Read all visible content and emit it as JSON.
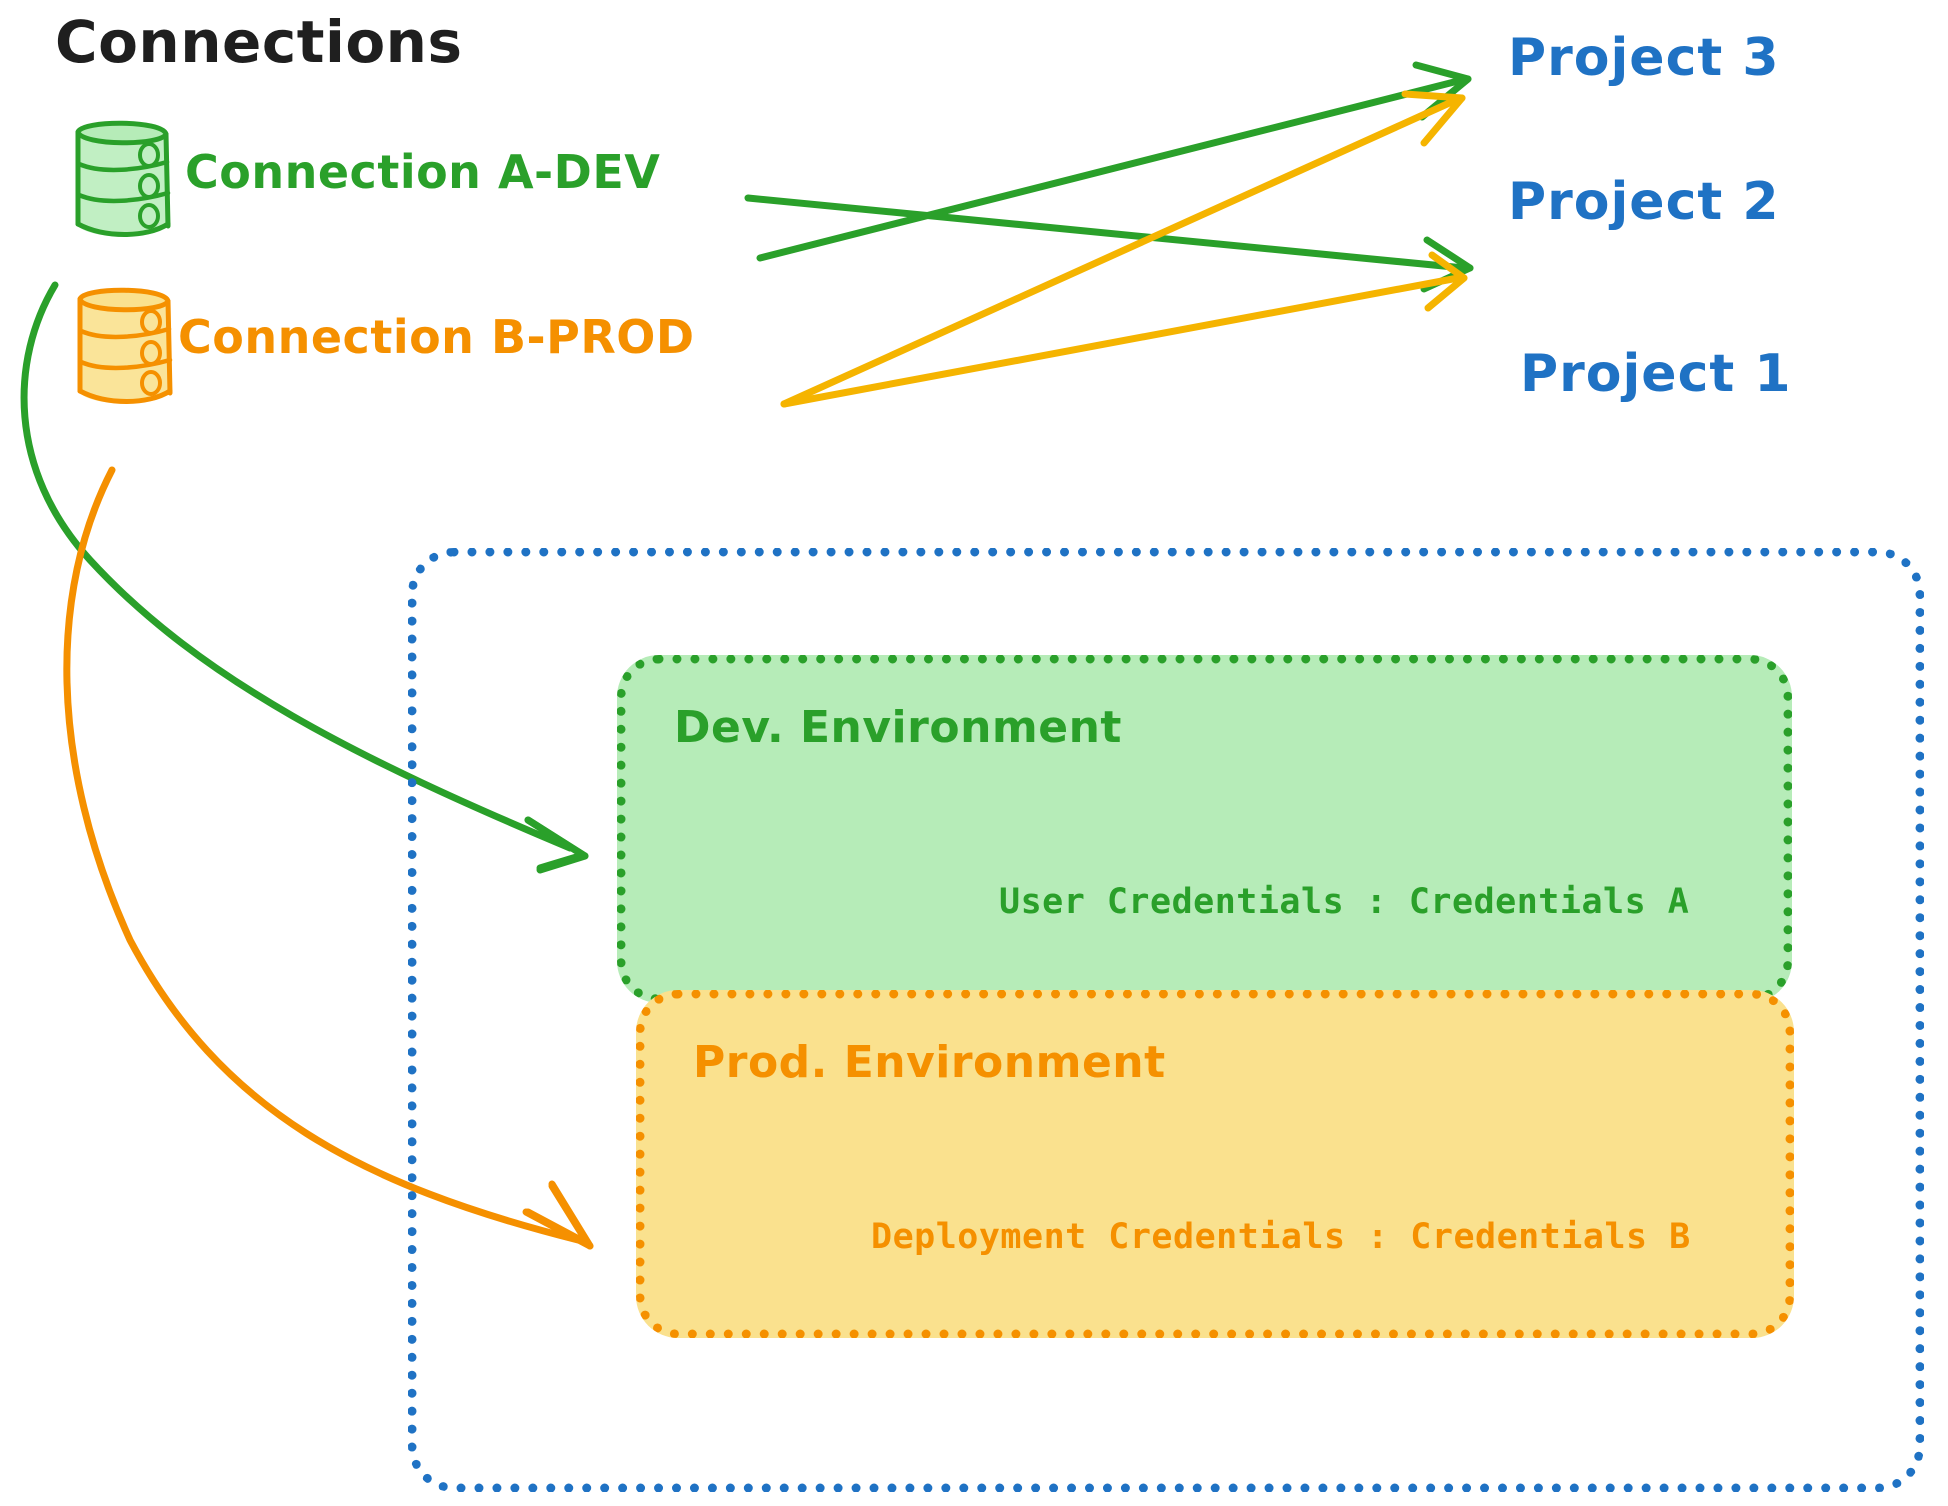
{
  "title": "Connections",
  "connections": [
    {
      "id": "a-dev",
      "label": "Connection A-DEV",
      "color": "#2aa02a",
      "icon": "database-icon"
    },
    {
      "id": "b-prod",
      "label": "Connection B-PROD",
      "color": "#f59000",
      "icon": "database-icon"
    }
  ],
  "projects": [
    {
      "id": "project-3",
      "label": "Project 3",
      "color": "#1f72c4"
    },
    {
      "id": "project-2",
      "label": "Project 2",
      "color": "#1f72c4"
    },
    {
      "id": "project-1",
      "label": "Project 1",
      "color": "#1f72c4"
    }
  ],
  "project_1_container": {
    "border_color": "#1f72c4",
    "environments": [
      {
        "id": "dev",
        "title": "Dev. Environment",
        "credentials_label": "User Credentials",
        "credentials_separator": ":",
        "credentials_value": "Credentials A",
        "credentials_line": "User Credentials : Credentials A",
        "fill_color": "#b6ecb8",
        "border_color": "#2aa02a"
      },
      {
        "id": "prod",
        "title": "Prod. Environment",
        "credentials_label": "Deployment Credentials",
        "credentials_separator": ":",
        "credentials_value": "Credentials B",
        "credentials_line": "Deployment Credentials : Credentials B",
        "fill_color": "#fae18e",
        "border_color": "#f59000"
      }
    ]
  },
  "edges": [
    {
      "id": "a-dev-to-project-3",
      "from": "a-dev",
      "to": "project-3",
      "color": "#2aa02a",
      "style": "straight-arrow"
    },
    {
      "id": "a-dev-to-project-2",
      "from": "a-dev",
      "to": "project-2",
      "color": "#2aa02a",
      "style": "straight-arrow"
    },
    {
      "id": "a-dev-to-dev-env",
      "from": "a-dev",
      "to": "dev",
      "color": "#2aa02a",
      "style": "curved-arrow"
    },
    {
      "id": "b-prod-to-project-3",
      "from": "b-prod",
      "to": "project-3",
      "color": "#f5b400",
      "style": "straight-arrow"
    },
    {
      "id": "b-prod-to-project-2",
      "from": "b-prod",
      "to": "project-2",
      "color": "#f5b400",
      "style": "straight-arrow"
    },
    {
      "id": "b-prod-to-prod-env",
      "from": "b-prod",
      "to": "prod",
      "color": "#f59000",
      "style": "curved-arrow"
    }
  ],
  "colors": {
    "green_stroke": "#2aa02a",
    "green_fill": "#b6ecb8",
    "orange_stroke": "#f59000",
    "orange_fill": "#fae18e",
    "yellow_arrow": "#f5b400",
    "blue": "#1f72c4",
    "black": "#1f1f1f",
    "background": "#ffffff"
  }
}
